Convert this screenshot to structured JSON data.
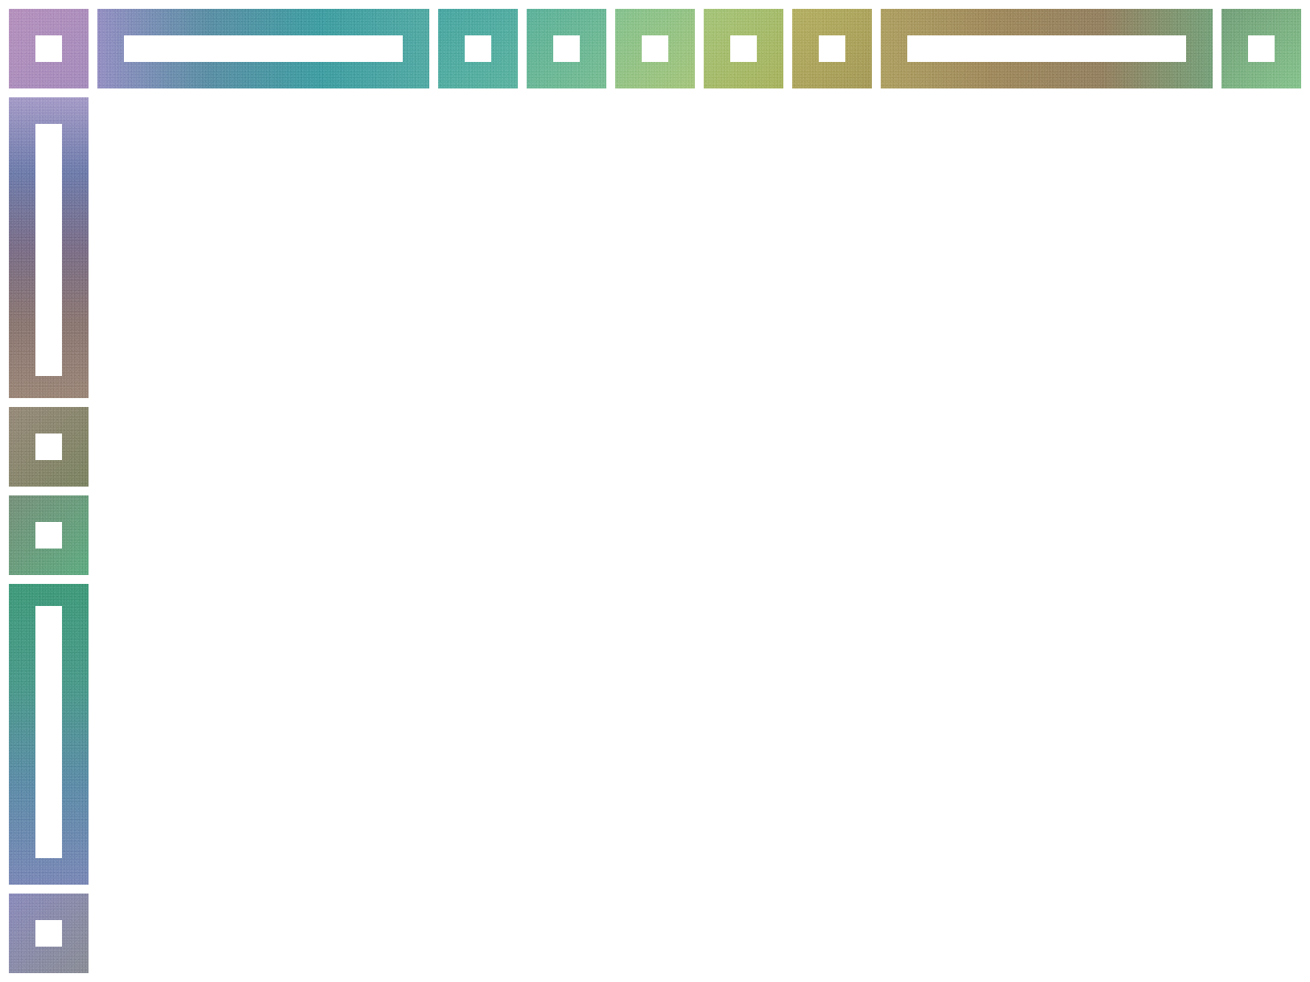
{
  "tiles": [
    {
      "id": "t1",
      "colors": [
        "#b591bd",
        "#a58cbc"
      ]
    },
    {
      "id": "t2",
      "colors": [
        "#948fc2",
        "#5b8fa5",
        "#3f9ea2",
        "#53aaa4"
      ]
    },
    {
      "id": "t3",
      "colors": [
        "#4aa7a3",
        "#5cb3a0"
      ]
    },
    {
      "id": "t4",
      "colors": [
        "#5db29b",
        "#79bd93"
      ]
    },
    {
      "id": "t5",
      "colors": [
        "#86c28f",
        "#a5c57c"
      ]
    },
    {
      "id": "t6",
      "colors": [
        "#a5c57a",
        "#a8b35e"
      ]
    },
    {
      "id": "t7",
      "colors": [
        "#b4b063",
        "#a69a58"
      ]
    },
    {
      "id": "t8",
      "colors": [
        "#aea062",
        "#a08a5d",
        "#948161",
        "#76a17a"
      ]
    },
    {
      "id": "t9",
      "colors": [
        "#74a07a",
        "#86c38d"
      ]
    },
    {
      "id": "t10",
      "colors": [
        "#a59bc7",
        "#6e7cab",
        "#7b6e88",
        "#8b7772",
        "#9b8678"
      ]
    },
    {
      "id": "t11",
      "colors": [
        "#978a7a",
        "#7c8462"
      ]
    },
    {
      "id": "t12",
      "colors": [
        "#77917a",
        "#5eab81"
      ]
    },
    {
      "id": "t13",
      "colors": [
        "#3f9a7a",
        "#4a9a8a",
        "#5d8ca8",
        "#7a88b6"
      ]
    },
    {
      "id": "t14",
      "colors": [
        "#8b8bbc",
        "#8a8d95"
      ]
    }
  ]
}
